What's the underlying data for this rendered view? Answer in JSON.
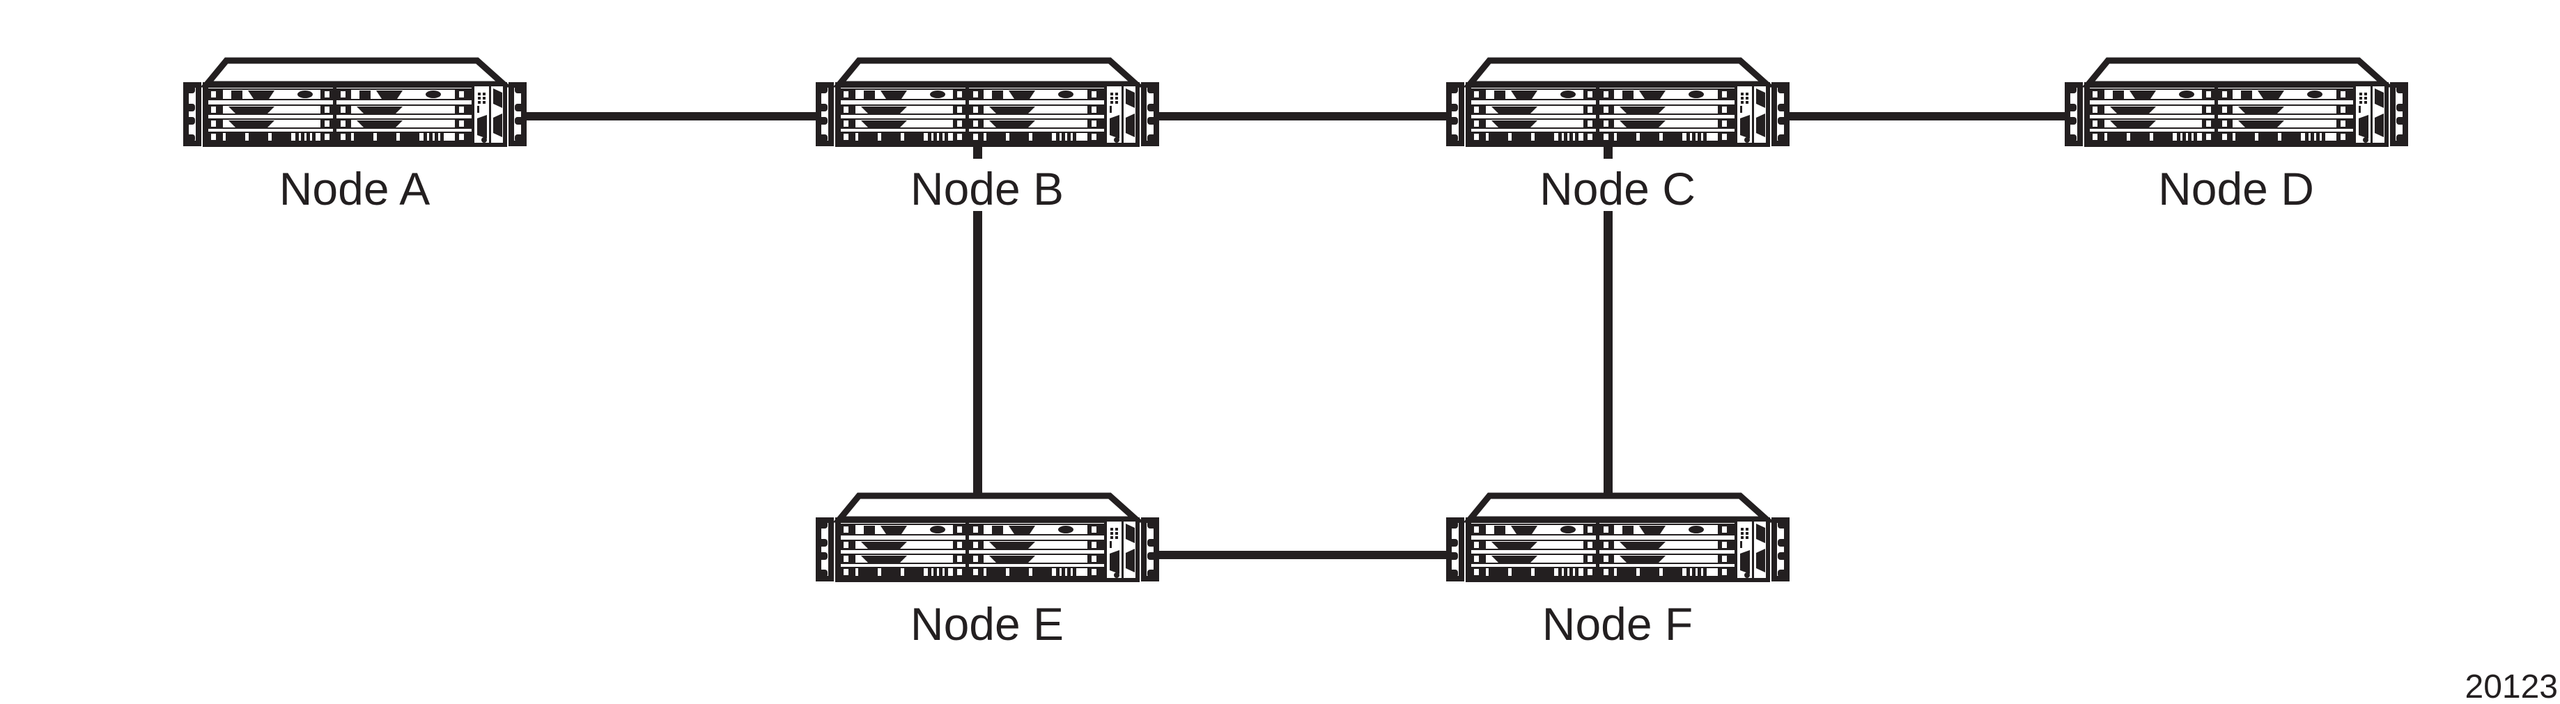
{
  "figure": {
    "number": "20123"
  },
  "colors": {
    "ink": "#231f20",
    "background": "#ffffff"
  },
  "nodes": [
    {
      "id": "A",
      "label": "Node A",
      "device": "multiservice-transport-chassis"
    },
    {
      "id": "B",
      "label": "Node B",
      "device": "multiservice-transport-chassis"
    },
    {
      "id": "C",
      "label": "Node C",
      "device": "multiservice-transport-chassis"
    },
    {
      "id": "D",
      "label": "Node D",
      "device": "multiservice-transport-chassis"
    },
    {
      "id": "E",
      "label": "Node E",
      "device": "multiservice-transport-chassis"
    },
    {
      "id": "F",
      "label": "Node F",
      "device": "multiservice-transport-chassis"
    }
  ],
  "links": [
    {
      "from": "Node A",
      "to": "Node B"
    },
    {
      "from": "Node B",
      "to": "Node C"
    },
    {
      "from": "Node C",
      "to": "Node D"
    },
    {
      "from": "Node B",
      "to": "Node E"
    },
    {
      "from": "Node C",
      "to": "Node F"
    },
    {
      "from": "Node E",
      "to": "Node F"
    }
  ]
}
